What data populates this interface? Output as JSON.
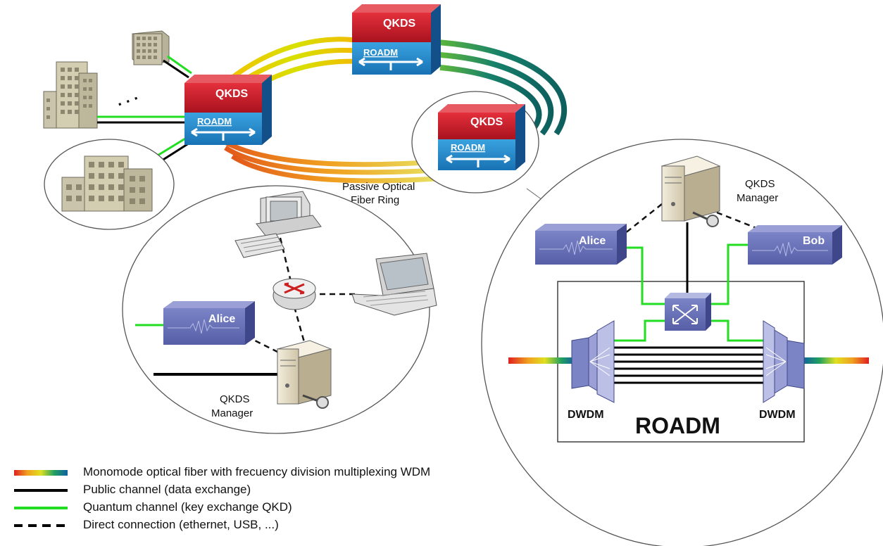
{
  "colors": {
    "qkds_red": "#c8202e",
    "roadm_blue": "#2a8ccf",
    "device_purple": "#6a72b8",
    "quantum_green": "#22dd22",
    "public_black": "#000000",
    "ring_dark": "#0f6e6a"
  },
  "ring_nodes": {
    "qkds_label": "QKDS",
    "roadm_label": "ROADM"
  },
  "ring_label": "Passive Optical\nFiber Ring",
  "left_circle": {
    "alice_label": "Alice",
    "manager_label": "QKDS\nManager",
    "icons": [
      "desktop-computer-icon",
      "router-icon",
      "laptop-icon",
      "server-key-icon"
    ]
  },
  "right_circle": {
    "manager_label": "QKDS\nManager",
    "alice_label": "Alice",
    "bob_label": "Bob",
    "dwdm_left": "DWDM",
    "dwdm_right": "DWDM",
    "roadm_title": "ROADM",
    "icons": [
      "server-key-icon",
      "optical-switch-icon",
      "demux-icon"
    ]
  },
  "ellipsis": ". . .",
  "legend": [
    {
      "name": "legend-wdm-fiber",
      "style": "gradient",
      "text": "Monomode optical fiber with frecuency division multiplexing WDM"
    },
    {
      "name": "legend-public-channel",
      "style": "solid-black",
      "text": "Public channel (data exchange)"
    },
    {
      "name": "legend-quantum-channel",
      "style": "solid-green",
      "text": "Quantum channel (key exchange QKD)"
    },
    {
      "name": "legend-direct-connection",
      "style": "dashed-black",
      "text": "Direct connection (ethernet, USB, ...)"
    }
  ]
}
